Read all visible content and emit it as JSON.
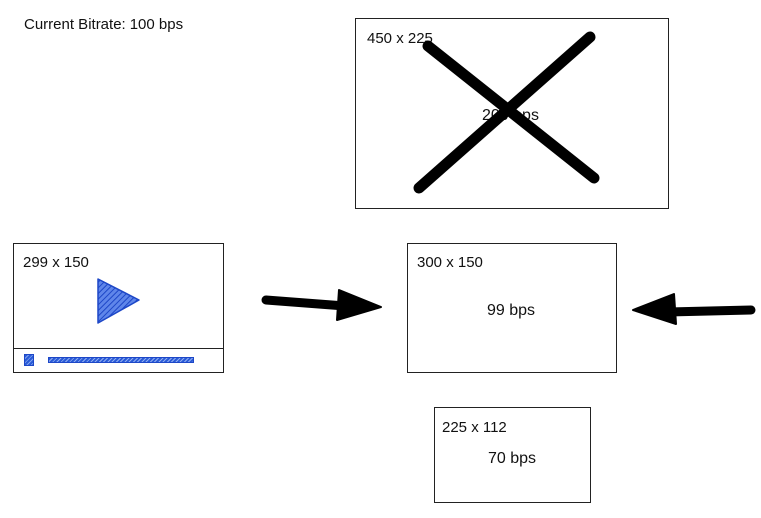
{
  "current_bitrate": {
    "label": "Current Bitrate:",
    "value": "100 bps"
  },
  "renditions": [
    {
      "size": "450 x 225",
      "bitrate": "200 bps",
      "state": "rejected"
    },
    {
      "size": "300 x 150",
      "bitrate": "99 bps",
      "state": "selected"
    },
    {
      "size": "225 x 112",
      "bitrate": "70 bps",
      "state": "available"
    }
  ],
  "player": {
    "size": "299 x 150",
    "icons": [
      "play-icon",
      "pause-icon"
    ],
    "accent_color": "#2a5bd7"
  },
  "colors": {
    "stroke": "#000000",
    "accent": "#2a5bd7"
  },
  "icons": {
    "reject_mark": "x-mark-icon",
    "left_arrow": "arrow-right-icon",
    "right_arrow": "arrow-left-icon"
  }
}
